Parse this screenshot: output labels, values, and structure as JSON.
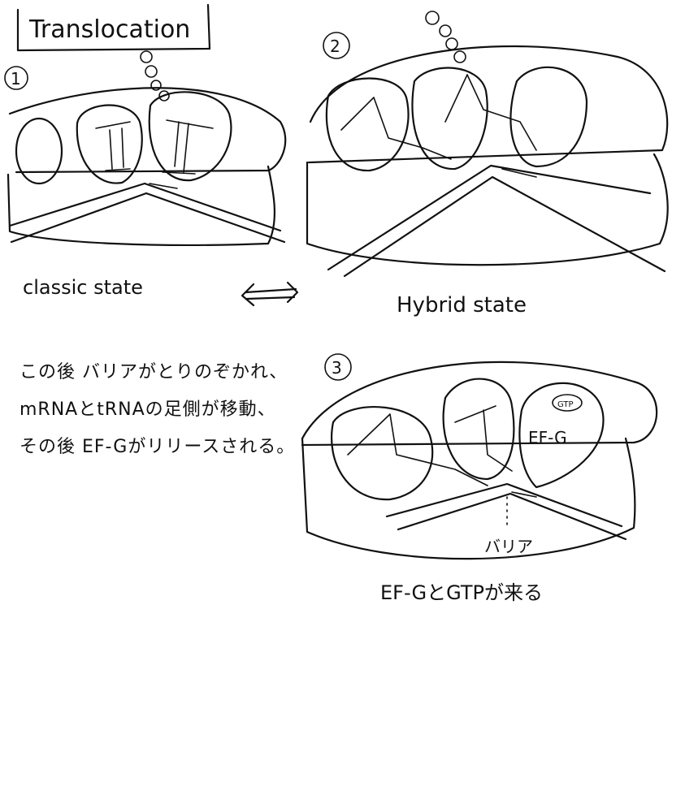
{
  "title": "Translocation",
  "panels": [
    {
      "number": "1",
      "state_label": "classic state"
    },
    {
      "number": "2",
      "state_label": "Hybrid state"
    },
    {
      "number": "3",
      "caption": "EF-GとGTPが来る",
      "factor_label": "EF-G",
      "gtp_label": "GTP",
      "barrier_label": "バリア"
    }
  ],
  "arrow_symbol": "⟺",
  "note_lines": [
    "この後 バリアがとりのぞかれ、",
    "mRNAとtRNAの足側が移動、",
    "その後 EF-Gがリリースされる。"
  ]
}
